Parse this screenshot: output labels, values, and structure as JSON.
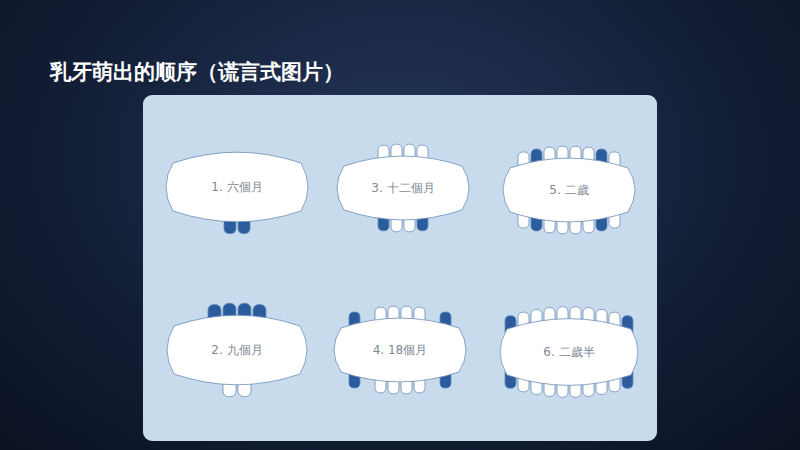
{
  "diagram": {
    "title": "乳牙萌出的顺序（谎言式图片）",
    "nodes": [
      {
        "text": [
          "1. 六個月"
        ]
      },
      {
        "text": [
          "3. 十二個月"
        ]
      },
      {
        "text": [
          "5. 二歲"
        ]
      },
      {
        "text": [
          "2. 九個月"
        ]
      },
      {
        "text": [
          "4. 18個月"
        ]
      },
      {
        "text": [
          "6. 二歲半"
        ]
      }
    ]
  }
}
